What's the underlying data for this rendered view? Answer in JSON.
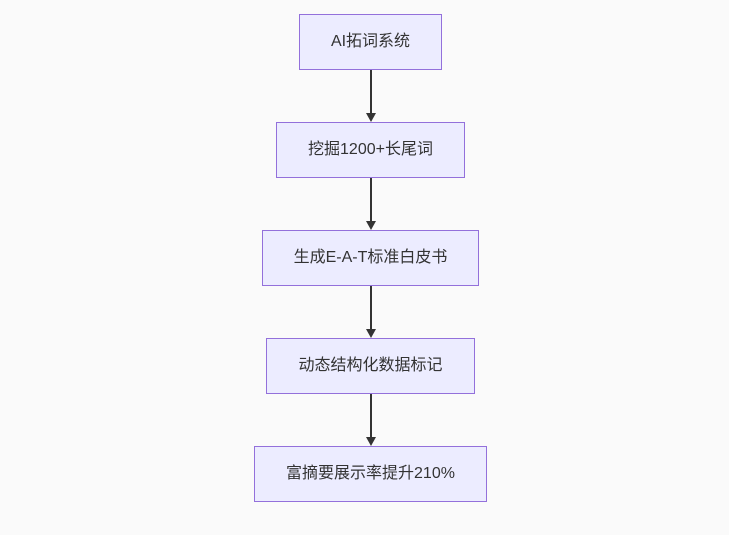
{
  "page": {
    "background_color": "#fafafa"
  },
  "flowchart": {
    "type": "vertical-flow",
    "node_fill_color": "#ECECFF",
    "node_border_color": "#9370DB",
    "text_color": "#333333",
    "arrow_color": "#333333",
    "nodes": [
      {
        "label": "AI拓词系统"
      },
      {
        "label": "挖掘1200+长尾词"
      },
      {
        "label": "生成E-A-T标准白皮书"
      },
      {
        "label": "动态结构化数据标记"
      },
      {
        "label": "富摘要展示率提升210%"
      }
    ]
  }
}
